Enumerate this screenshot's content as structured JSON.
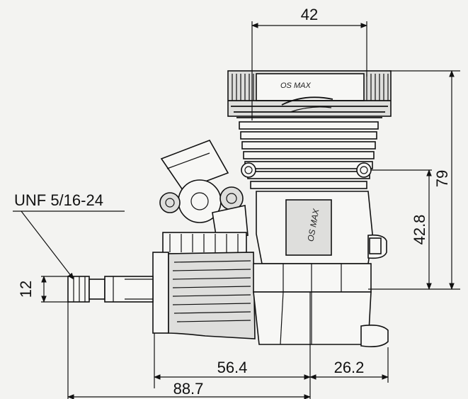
{
  "dimensions": {
    "top_width": "42",
    "total_height": "79",
    "mount_height": "42.8",
    "shaft_diameter": "12",
    "crankcase_front": "56.4",
    "crankcase_rear": "26.2",
    "overall_length": "88.7"
  },
  "thread_label": "UNF 5/16-24",
  "logo_text": "OS MAX"
}
